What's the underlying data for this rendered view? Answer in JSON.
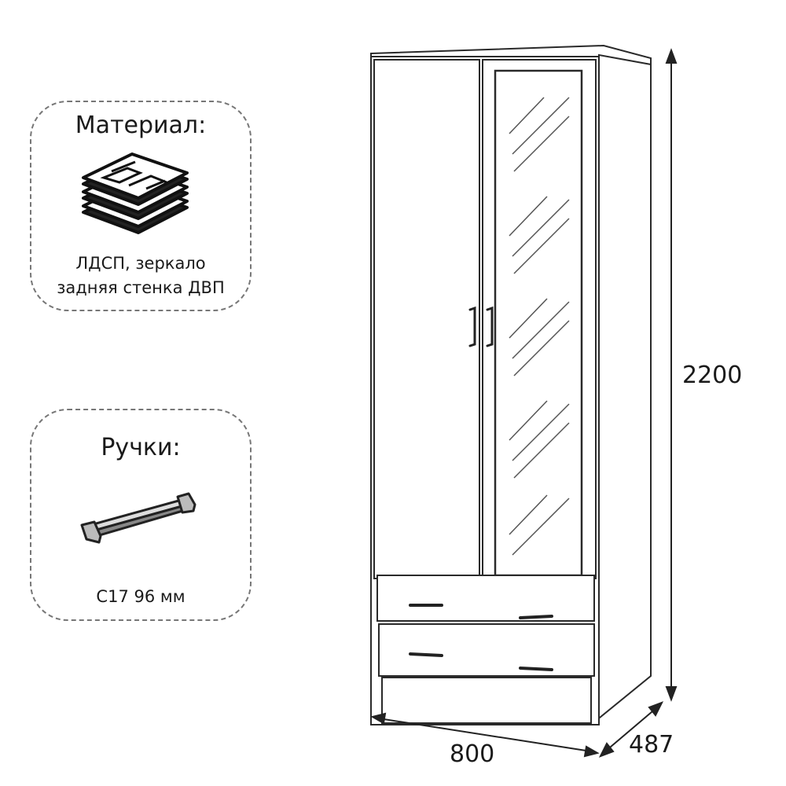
{
  "material_card": {
    "title": "Материал:",
    "line1": "ЛДСП, зеркало",
    "line2": "задняя стенка ДВП",
    "icon": "layered-board-icon"
  },
  "handles_card": {
    "title": "Ручки:",
    "caption": "С17 96 мм",
    "icon": "bar-handle-icon"
  },
  "dimensions": {
    "height": "2200",
    "width": "800",
    "depth": "487"
  }
}
